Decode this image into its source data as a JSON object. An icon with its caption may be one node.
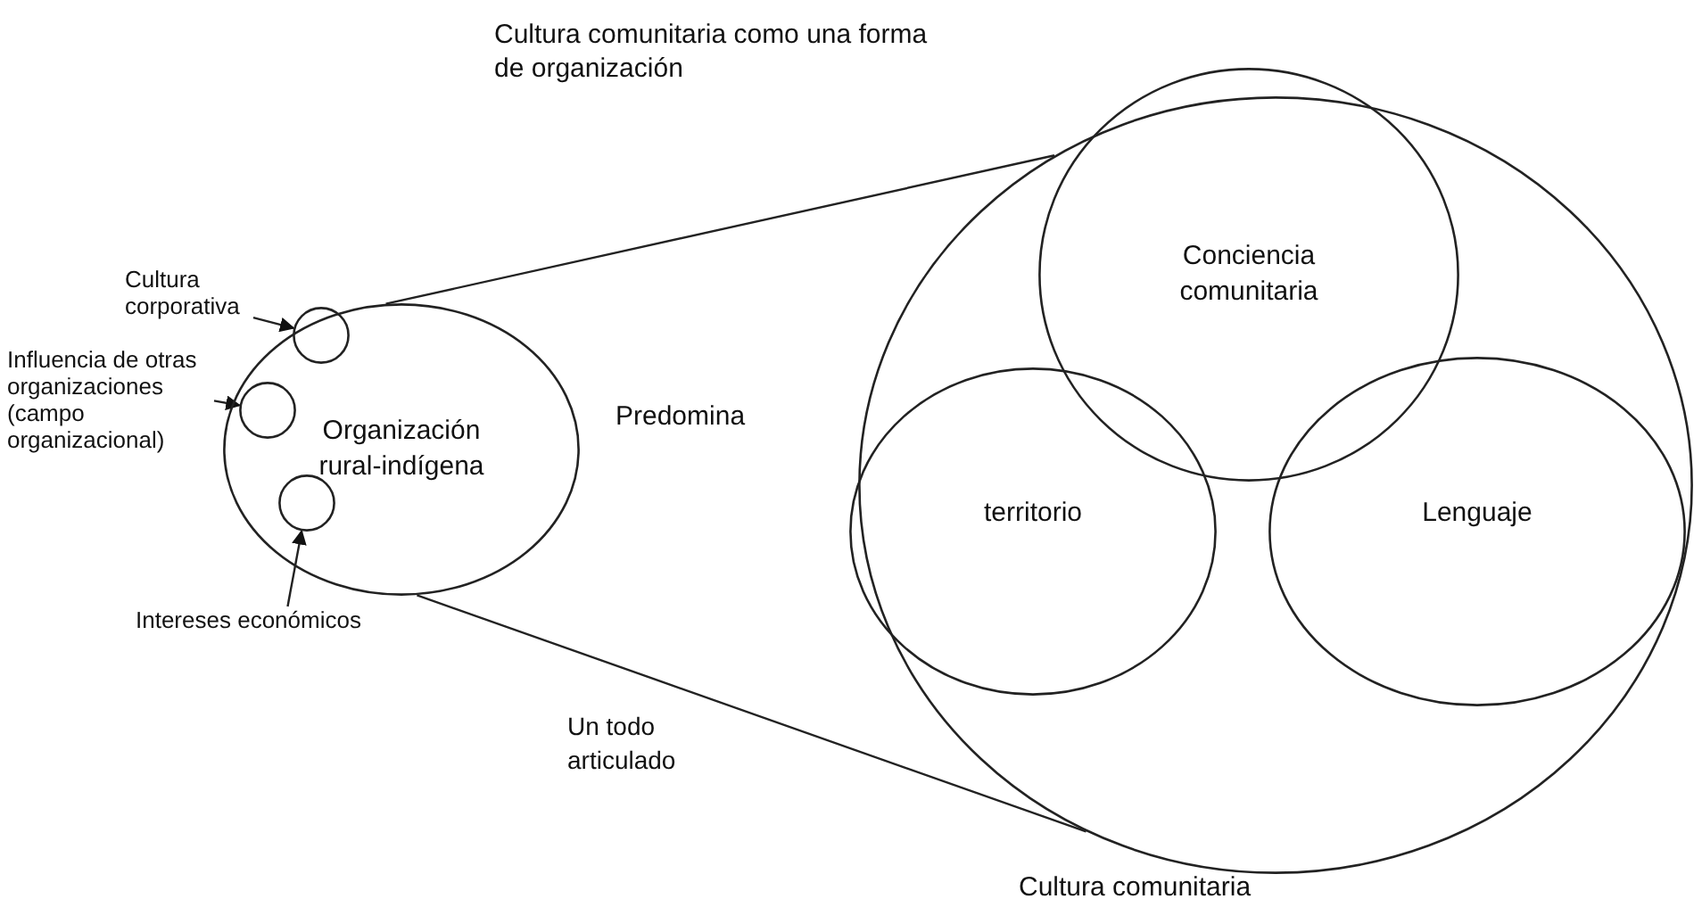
{
  "diagram": {
    "title": "Cultura comunitaria como una forma de organización",
    "nodes": [
      {
        "text": [
          "Organización rural-indígena"
        ]
      },
      {
        "text": [],
        "shape": "circle",
        "in": 0
      },
      {
        "text": [],
        "shape": "circle",
        "in": 0
      },
      {
        "text": [],
        "shape": "circle",
        "in": 0
      },
      {
        "text": [
          "Cultura corporativa"
        ]
      },
      {
        "text": [
          "Influencia de otras organizaciones (campo organizacional)"
        ]
      },
      {
        "text": [
          "Intereses económicos"
        ]
      },
      {
        "text": [],
        "shape": "circle",
        "beside": [
          "Cultura comunitaria"
        ]
      },
      {
        "text": [
          "Conciencia comunitaria"
        ],
        "in": 7
      },
      {
        "text": [
          "territorio"
        ],
        "in": 7
      },
      {
        "text": [
          "Lenguaje"
        ],
        "in": 7
      }
    ],
    "edges": [
      {
        "from": 4,
        "to": 1,
        "arrow": "to"
      },
      {
        "from": 5,
        "to": 2,
        "arrow": "to"
      },
      {
        "from": 6,
        "to": 3,
        "arrow": "to"
      },
      {
        "from": 0,
        "to": 7,
        "arrow": "none"
      },
      {
        "from": 0,
        "to": 7,
        "arrow": "none"
      }
    ],
    "labels": [
      "Predomina",
      "Un todo articulado"
    ]
  }
}
